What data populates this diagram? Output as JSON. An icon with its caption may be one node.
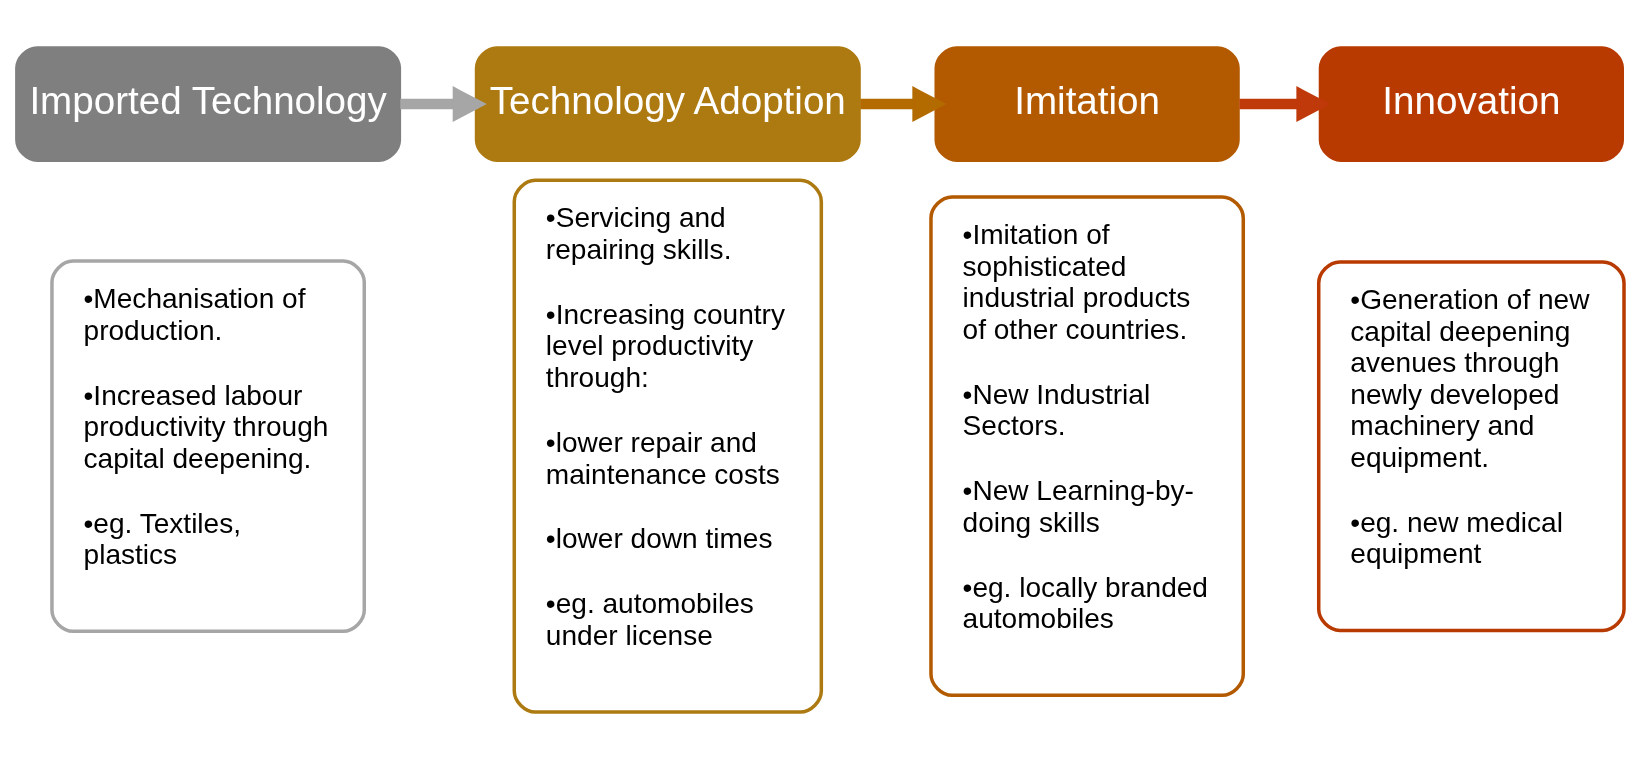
{
  "diagram": {
    "nodes": [
      {
        "text": [
          "Imported Technology"
        ]
      },
      {
        "text": [
          "•Mechanisation of production.",
          "•Increased labour productivity through capital deepening.",
          "•eg. Textiles, plastics"
        ]
      },
      {
        "text": [
          "Technology Adoption"
        ]
      },
      {
        "text": [
          "•Servicing and repairing skills.",
          "•Increasing country level productivity through:",
          "•lower repair and maintenance costs",
          "•lower down times",
          "•eg. automobiles under license"
        ]
      },
      {
        "text": [
          "Imitation"
        ]
      },
      {
        "text": [
          "•Imitation of sophisticated industrial products of other countries.",
          "•New Industrial Sectors.",
          "•New Learning-by-doing skills",
          "•eg. locally branded automobiles"
        ]
      },
      {
        "text": [
          "Innovation"
        ]
      },
      {
        "text": [
          "•Generation of new capital deepening avenues through newly developed machinery and equipment.",
          "•eg. new medical equipment"
        ]
      }
    ],
    "edges": [
      {
        "from": 0,
        "to": 2,
        "arrow": "to",
        "color": "#a6a6a6"
      },
      {
        "from": 2,
        "to": 4,
        "arrow": "to",
        "color": "#b36b00"
      },
      {
        "from": 4,
        "to": 6,
        "arrow": "to",
        "color": "#c0390b"
      }
    ]
  }
}
